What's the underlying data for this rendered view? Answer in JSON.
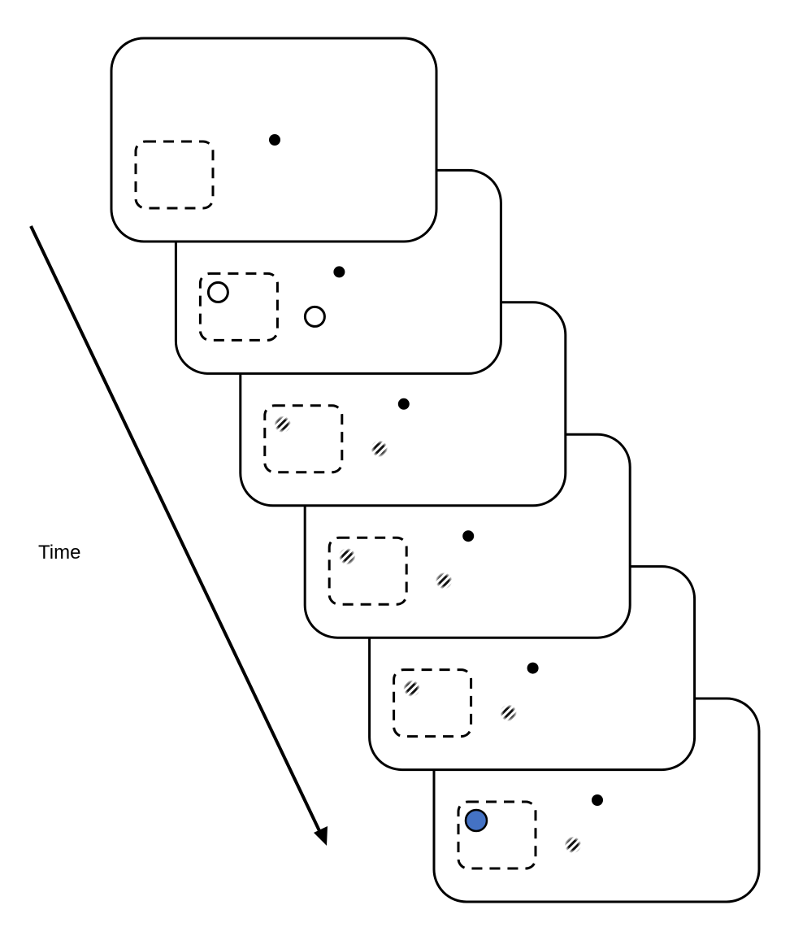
{
  "diagram": {
    "axis_label": "Time",
    "frame_count": 6,
    "frames": [
      {
        "index": 1,
        "cue": "none",
        "stimulus_in_box": "none",
        "stimulus_outside": "none"
      },
      {
        "index": 2,
        "cue": "none",
        "stimulus_in_box": "open-circle",
        "stimulus_outside": "open-circle"
      },
      {
        "index": 3,
        "cue": "none",
        "stimulus_in_box": "grating",
        "stimulus_outside": "grating"
      },
      {
        "index": 4,
        "cue": "none",
        "stimulus_in_box": "grating",
        "stimulus_outside": "grating"
      },
      {
        "index": 5,
        "cue": "none",
        "stimulus_in_box": "grating",
        "stimulus_outside": "grating"
      },
      {
        "index": 6,
        "cue": "blue-dot",
        "stimulus_in_box": "filled-blue-circle",
        "stimulus_outside": "grating"
      }
    ],
    "colors": {
      "stroke": "#000000",
      "response_dot": "#4472C4",
      "background": "#ffffff"
    }
  }
}
